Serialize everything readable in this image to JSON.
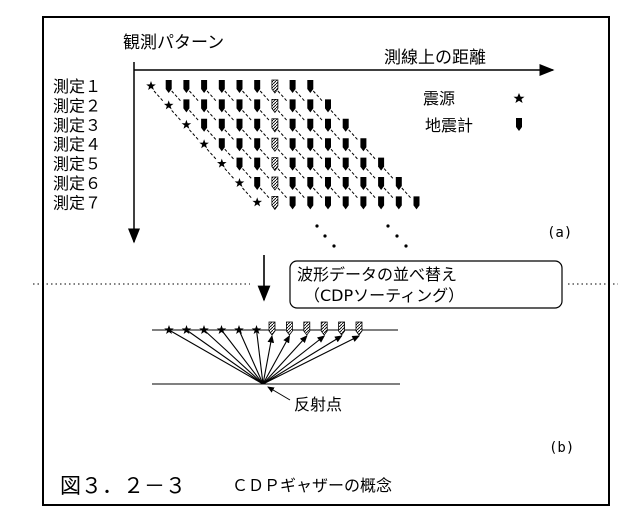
{
  "panel_a": {
    "y_axis_label": "観測パターン",
    "x_axis_label": "測線上の距離",
    "rows": [
      {
        "label": "測定１",
        "start": 0,
        "cdp": 7
      },
      {
        "label": "測定２",
        "start": 1,
        "cdp": 6
      },
      {
        "label": "測定３",
        "start": 2,
        "cdp": 5
      },
      {
        "label": "測定４",
        "start": 3,
        "cdp": 4
      },
      {
        "label": "測定５",
        "start": 4,
        "cdp": 3
      },
      {
        "label": "測定６",
        "start": 5,
        "cdp": 2
      },
      {
        "label": "測定７",
        "start": 6,
        "cdp": 1
      }
    ],
    "receivers_per_row": 9,
    "legend": {
      "source": "震源",
      "receiver": "地震計"
    },
    "tag": "(a)"
  },
  "sort_box": {
    "line1": "波形データの並べ替え",
    "line2": "（CDPソーティング）"
  },
  "panel_b": {
    "sources": 6,
    "receivers": 6,
    "reflector_label": "反射点",
    "tag": "(b)"
  },
  "caption": {
    "number": "図３．２－３",
    "title": "ＣＤＰギャザーの概念"
  }
}
